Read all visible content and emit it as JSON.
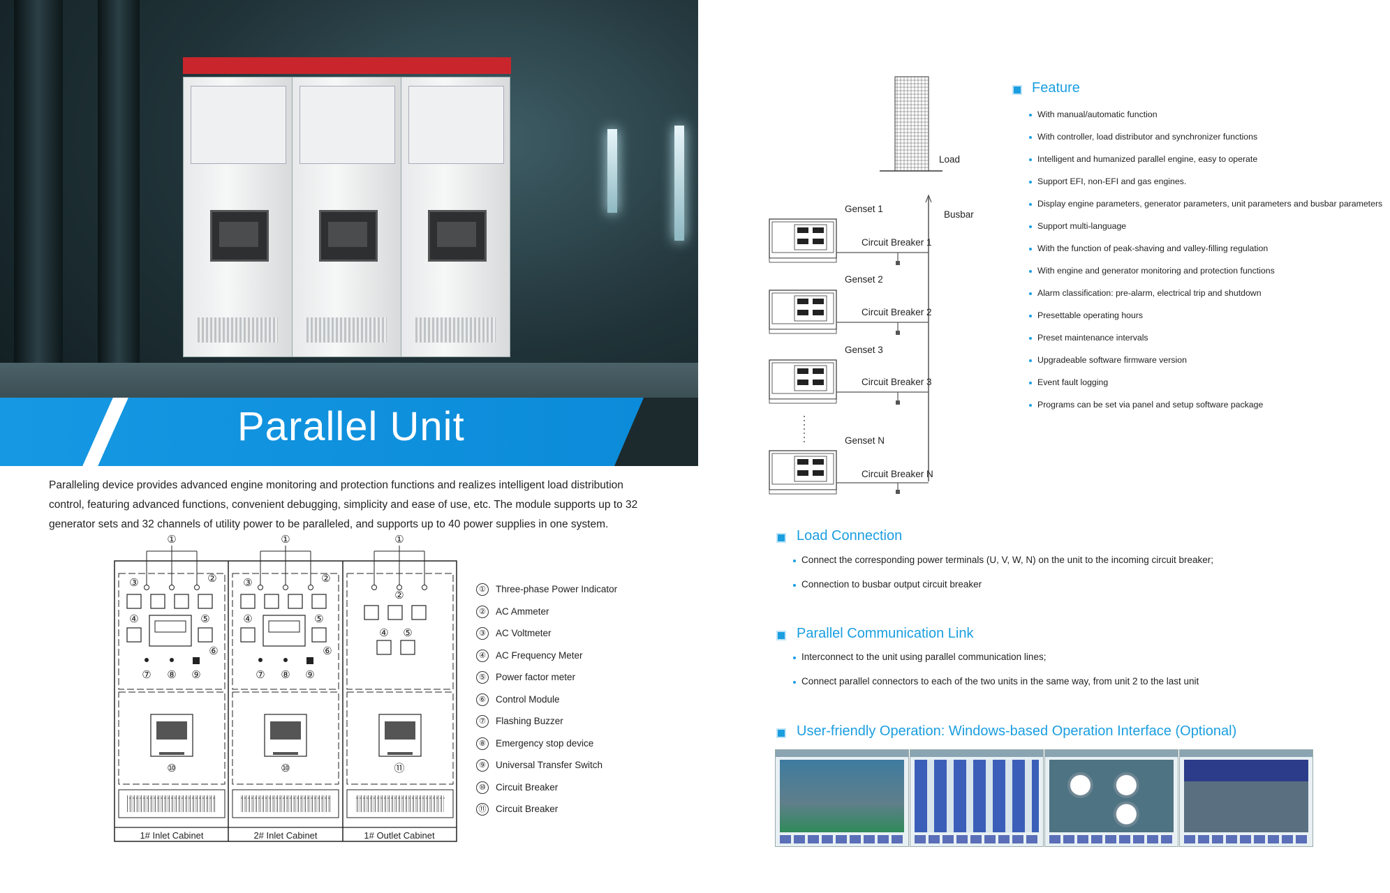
{
  "hero": {
    "title": "Parallel Unit"
  },
  "intro": {
    "text": "Paralleling device provides advanced engine monitoring and protection functions and realizes intelligent load distribution control, featuring advanced functions, convenient debugging, simplicity and ease of use, etc. The module supports up to 32 generator sets and 32 channels of utility power to be paralleled, and supports up to 40 power supplies in one system."
  },
  "diagram": {
    "cabinets": [
      "1# Inlet Cabinet",
      "2# Inlet Cabinet",
      "1# Outlet Cabinet"
    ],
    "numbers": [
      "①",
      "②",
      "③",
      "④",
      "⑤",
      "⑥",
      "⑦",
      "⑧",
      "⑨",
      "⑩",
      "⑪"
    ]
  },
  "legend": [
    {
      "num": "①",
      "label": "Three-phase Power Indicator"
    },
    {
      "num": "②",
      "label": "AC Ammeter"
    },
    {
      "num": "③",
      "label": "AC Voltmeter"
    },
    {
      "num": "④",
      "label": "AC Frequency Meter"
    },
    {
      "num": "⑤",
      "label": "Power factor meter"
    },
    {
      "num": "⑥",
      "label": "Control Module"
    },
    {
      "num": "⑦",
      "label": "Flashing Buzzer"
    },
    {
      "num": "⑧",
      "label": "Emergency stop device"
    },
    {
      "num": "⑨",
      "label": "Universal Transfer Switch"
    },
    {
      "num": "⑩",
      "label": "Circuit Breaker"
    },
    {
      "num": "⑪",
      "label": "Circuit Breaker"
    }
  ],
  "system": {
    "load": "Load",
    "busbar": "Busbar",
    "gensets": [
      {
        "name": "Genset 1",
        "breaker": "Circuit Breaker 1"
      },
      {
        "name": "Genset 2",
        "breaker": "Circuit Breaker 2"
      },
      {
        "name": "Genset 3",
        "breaker": "Circuit Breaker 3"
      },
      {
        "name": "Genset N",
        "breaker": "Circuit Breaker N"
      }
    ]
  },
  "feature": {
    "title": "Feature",
    "items": [
      "With manual/automatic function",
      "With controller, load distributor and synchronizer functions",
      "Intelligent and humanized parallel engine, easy to operate",
      "Support EFI, non-EFI and gas engines.",
      "Display engine parameters, generator parameters, unit parameters and busbar parameters",
      "Support multi-language",
      "With the function of peak-shaving and valley-filling regulation",
      "With engine and generator monitoring and protection functions",
      "Alarm classification: pre-alarm, electrical trip and shutdown",
      "Presettable operating hours",
      "Preset maintenance intervals",
      "Upgradeable software firmware version",
      "Event fault logging",
      "Programs can be set via panel and setup software package"
    ]
  },
  "load_connection": {
    "title": "Load Connection",
    "items": [
      "Connect the corresponding power terminals (U, V, W, N) on the unit to the incoming circuit breaker;",
      "Connection to busbar output circuit breaker"
    ]
  },
  "parallel_link": {
    "title": "Parallel Communication Link",
    "items": [
      "Interconnect to the unit using parallel communication lines;",
      "Connect parallel connectors to each of the two units in the same way, from unit 2 to the last unit"
    ]
  },
  "operation": {
    "title": "User-friendly Operation: Windows-based Operation Interface (Optional)"
  },
  "colors": {
    "accent": "#1a9ee0",
    "banner": "#1698e3",
    "cabinet_top": "#c8262c"
  }
}
